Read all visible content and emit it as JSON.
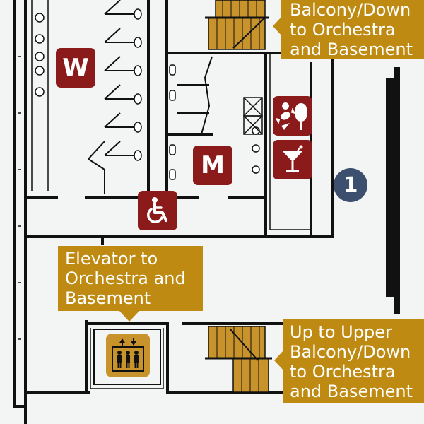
{
  "colors": {
    "background": "#f3f4f4",
    "wall": "#111111",
    "callout": "#bf8a11",
    "badge": "#8b1a1a",
    "stairs": "#c8932a",
    "floor_number_circle": "#3d4f6e",
    "elevator_icon": "#c8932a"
  },
  "callouts": {
    "stairs_top": "Balcony/Down\nto Orchestra\nand Basement",
    "elevator": "Elevator to\nOrchestra and\nBasement",
    "stairs_bottom": "Up to Upper\nBalcony/Down\nto Orchestra\nand Basement"
  },
  "restrooms": {
    "women": "W",
    "men": "M"
  },
  "floor_number": "1",
  "icons": {
    "women_restroom": "women-restroom-icon",
    "men_restroom": "men-restroom-icon",
    "accessible": "wheelchair-icon",
    "concessions": "candy-icecream-icon",
    "bar": "cocktail-icon",
    "elevator": "elevator-icon"
  }
}
